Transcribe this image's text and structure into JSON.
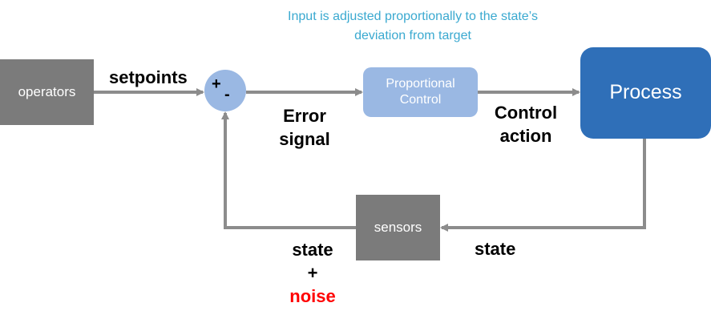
{
  "caption": {
    "line1": "Input is adjusted proportionally to the state’s",
    "line2": "deviation from target"
  },
  "blocks": {
    "operators": "operators",
    "control_line1": "Proportional",
    "control_line2": "Control",
    "process": "Process",
    "sensors": "sensors"
  },
  "junction": {
    "plus": "+",
    "minus": "-"
  },
  "labels": {
    "setpoints": "setpoints",
    "error_line1": "Error",
    "error_line2": "signal",
    "control_action_line1": "Control",
    "control_action_line2": "action",
    "state_return": "state",
    "state_measured": "state",
    "plus": "+",
    "noise": "noise"
  },
  "colors": {
    "arrow": "#8c8c8c",
    "gray_block": "#7b7b7b",
    "light_blue": "#9ab8e3",
    "process_blue": "#2f6fb8",
    "caption": "#3aa9d0",
    "noise": "#ff0000"
  }
}
